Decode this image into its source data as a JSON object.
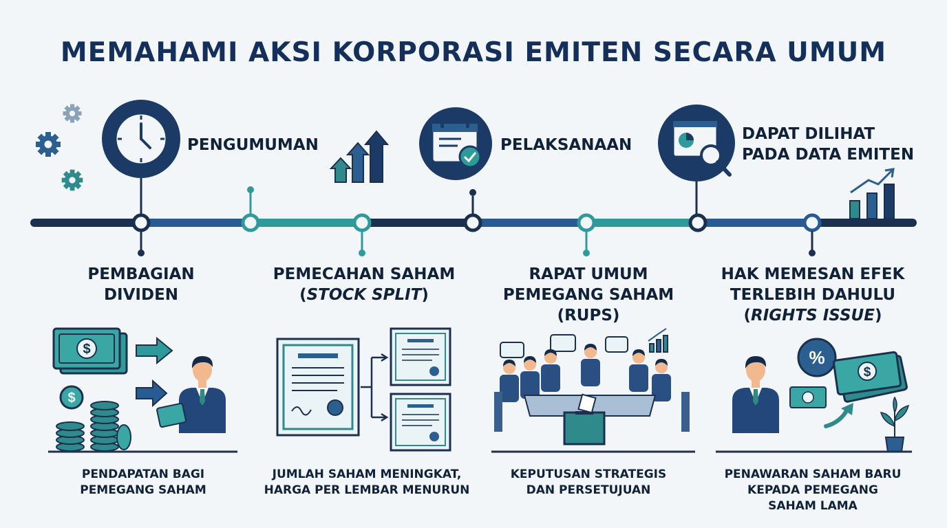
{
  "title": "MEMAHAMI AKSI KORPORASI EMITEN SECARA UMUM",
  "timeline": {
    "announcement_label": "PENGUMUMAN",
    "execution_label": "PELAKSANAAN",
    "data_label_line1": "DAPAT DILIHAT",
    "data_label_line2": "PADA DATA EMITEN"
  },
  "categories": [
    {
      "line1": "PEMBAGIAN",
      "line2": "DIVIDEN",
      "line3": "",
      "caption1": "PENDAPATAN BAGI",
      "caption2": "PEMEGANG SAHAM",
      "caption3": ""
    },
    {
      "line1": "PEMECAHAN SAHAM",
      "line2_pre": "(",
      "line2_em": "STOCK SPLIT",
      "line2_post": ")",
      "caption1": "JUMLAH SAHAM MENINGKAT,",
      "caption2": "HARGA PER LEMBAR MENURUN",
      "caption3": ""
    },
    {
      "line1": "RAPAT UMUM",
      "line2": "PEMEGANG SAHAM",
      "line3": "(RUPS)",
      "caption1": "KEPUTUSAN STRATEGIS",
      "caption2": "DAN PERSETUJUAN",
      "caption3": ""
    },
    {
      "line1": "HAK MEMESAN EFEK",
      "line2": "TERLEBIH DAHULU",
      "line3_pre": "(",
      "line3_em": "RIGHTS ISSUE",
      "line3_post": ")",
      "caption1": "PENAWARAN SAHAM BARU",
      "caption2": "KEPADA PEMEGANG",
      "caption3": "SAHAM LAMA"
    }
  ],
  "icons": {
    "money_symbol": "$",
    "percent_symbol": "%"
  },
  "colors": {
    "navy": "#14305a",
    "dark": "#1b2f4e",
    "blue": "#285a93",
    "teal": "#2f9a9a",
    "light": "#eaf3f6"
  }
}
